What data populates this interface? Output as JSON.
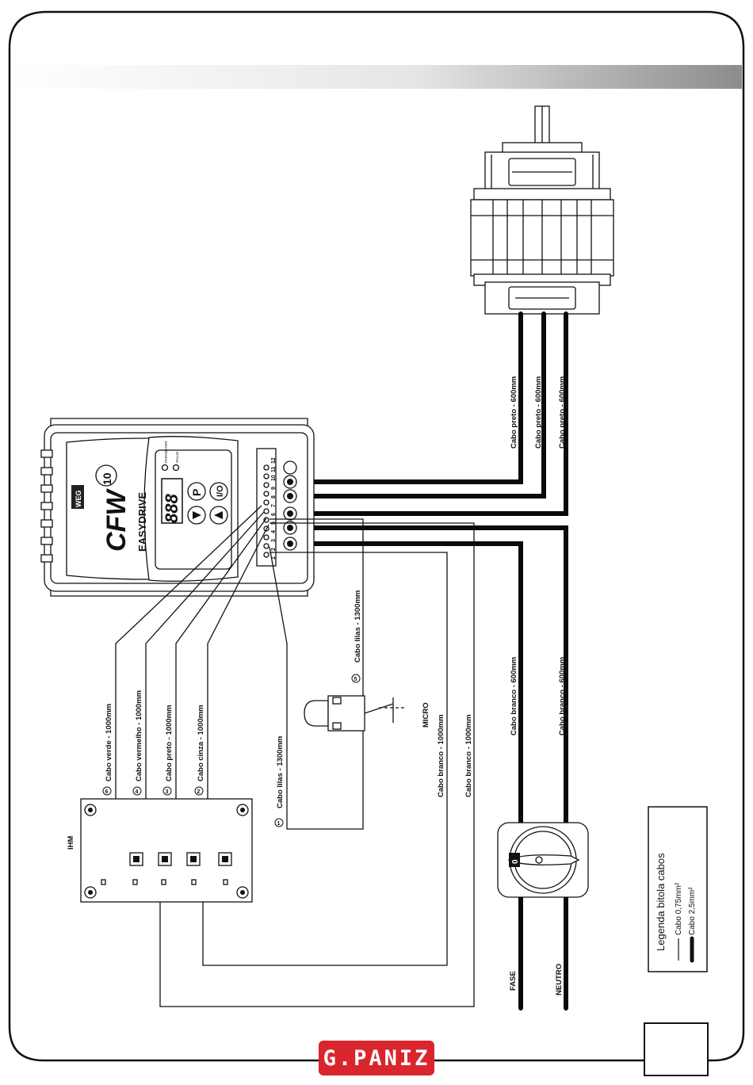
{
  "brand": {
    "logo_text": "G.PANIZ"
  },
  "colors": {
    "brand_red": "#d9262e",
    "wire": "#0a0a0a",
    "header_gradient_end": "#8c8c8c"
  },
  "inverter": {
    "brand": "WEG",
    "model": "CFW",
    "model_sup": "10",
    "series": "EASYDRIVE",
    "display": "888",
    "key_p": "P",
    "led_param": "PARAMETER",
    "led_value": "VALUE",
    "terminal_numbers": [
      "1",
      "2",
      "3",
      "4",
      "5",
      "6",
      "7",
      "8",
      "9",
      "10",
      "11",
      "12"
    ]
  },
  "cables": {
    "motor": [
      "Cabo preto - 600mm",
      "Cabo preto - 600mm",
      "Cabo preto - 600mm"
    ],
    "power": [
      "Cabo branco - 600mm",
      "Cabo branco - 600mm"
    ],
    "ihm_return": [
      "Cabo branco - 1000mm",
      "Cabo branco - 1000mm"
    ],
    "lilas_a": "Cabo lilas - 1300mm",
    "lilas_b": "Cabo lilas - 1300mm",
    "ihm_wires": [
      {
        "num": "6",
        "label": "Cabo verde - 1000mm"
      },
      {
        "num": "4",
        "label": "Cabo vermelho - 1000mm"
      },
      {
        "num": "3",
        "label": "Cabo preto - 1000mm"
      },
      {
        "num": "2",
        "label": "Cabo cinza - 1000mm"
      }
    ],
    "num_lilas_a": "1",
    "num_lilas_b": "5"
  },
  "micro": {
    "label": "MICRO"
  },
  "ihm": {
    "label": "IHM"
  },
  "switch": {
    "position": "0"
  },
  "supply": {
    "phase": "FASE",
    "neutral": "NEUTRO"
  },
  "legend": {
    "title": "Legenda bitola cabos",
    "thin": "Cabo 0,75mm²",
    "thick": "Cabo 2,5mm²"
  }
}
